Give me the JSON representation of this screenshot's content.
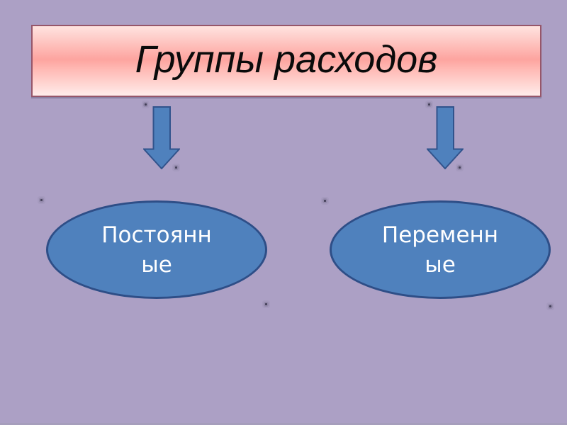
{
  "title": {
    "label": "Группы расходов"
  },
  "nodes": [
    {
      "label": "Постоянные",
      "line1": "Постоянн",
      "line2": "ые"
    },
    {
      "label": "Переменные",
      "line1": "Переменн",
      "line2": "ые"
    }
  ],
  "colors": {
    "background": "#ACA0C5",
    "title_gradient_top": "#FFE3E0",
    "title_gradient_middle": "#FDA49F",
    "title_gradient_bottom": "#FFECEA",
    "title_border": "#96566A",
    "title_text": "#0B0B0B",
    "shape_fill": "#4F81BD",
    "shape_border": "#2E4E87",
    "node_text": "#FFFFFF"
  }
}
